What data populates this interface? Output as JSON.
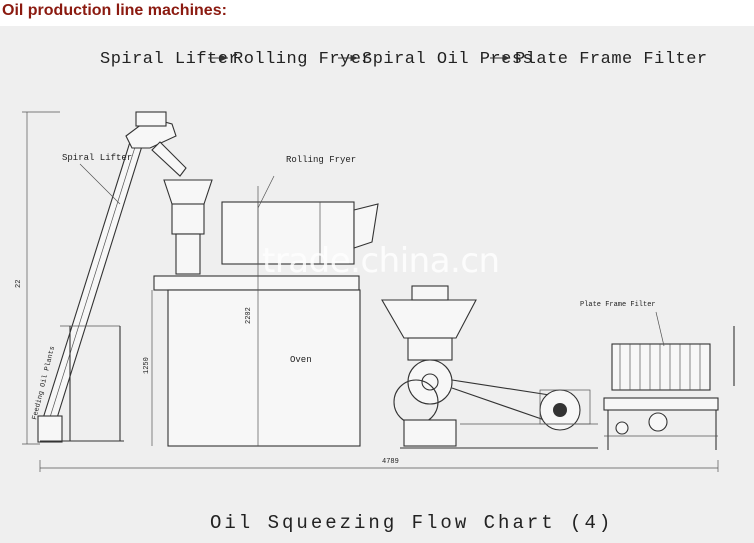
{
  "header": {
    "title": "Oil production line machines:"
  },
  "diagram": {
    "flow_heading": {
      "step1": "Spiral Lifter",
      "step2": "Rolling Fryer",
      "step3": "Spiral Oil Press",
      "step4": "Plate Frame Filter"
    },
    "labels": {
      "spiral_lifter": "Spiral Lifter",
      "rolling_fryer": "Rolling Fryer",
      "oven": "Oven",
      "plate_frame_filter": "Plate Frame Filter",
      "feeding": "Feeding Oil Plants"
    },
    "dimensions": {
      "height_total": "22",
      "height_2202": "2202",
      "height_1250": "1250",
      "length_total": "4789"
    },
    "watermark": "trade.china.cn",
    "caption": "Oil Squeezing Flow Chart (4)"
  }
}
